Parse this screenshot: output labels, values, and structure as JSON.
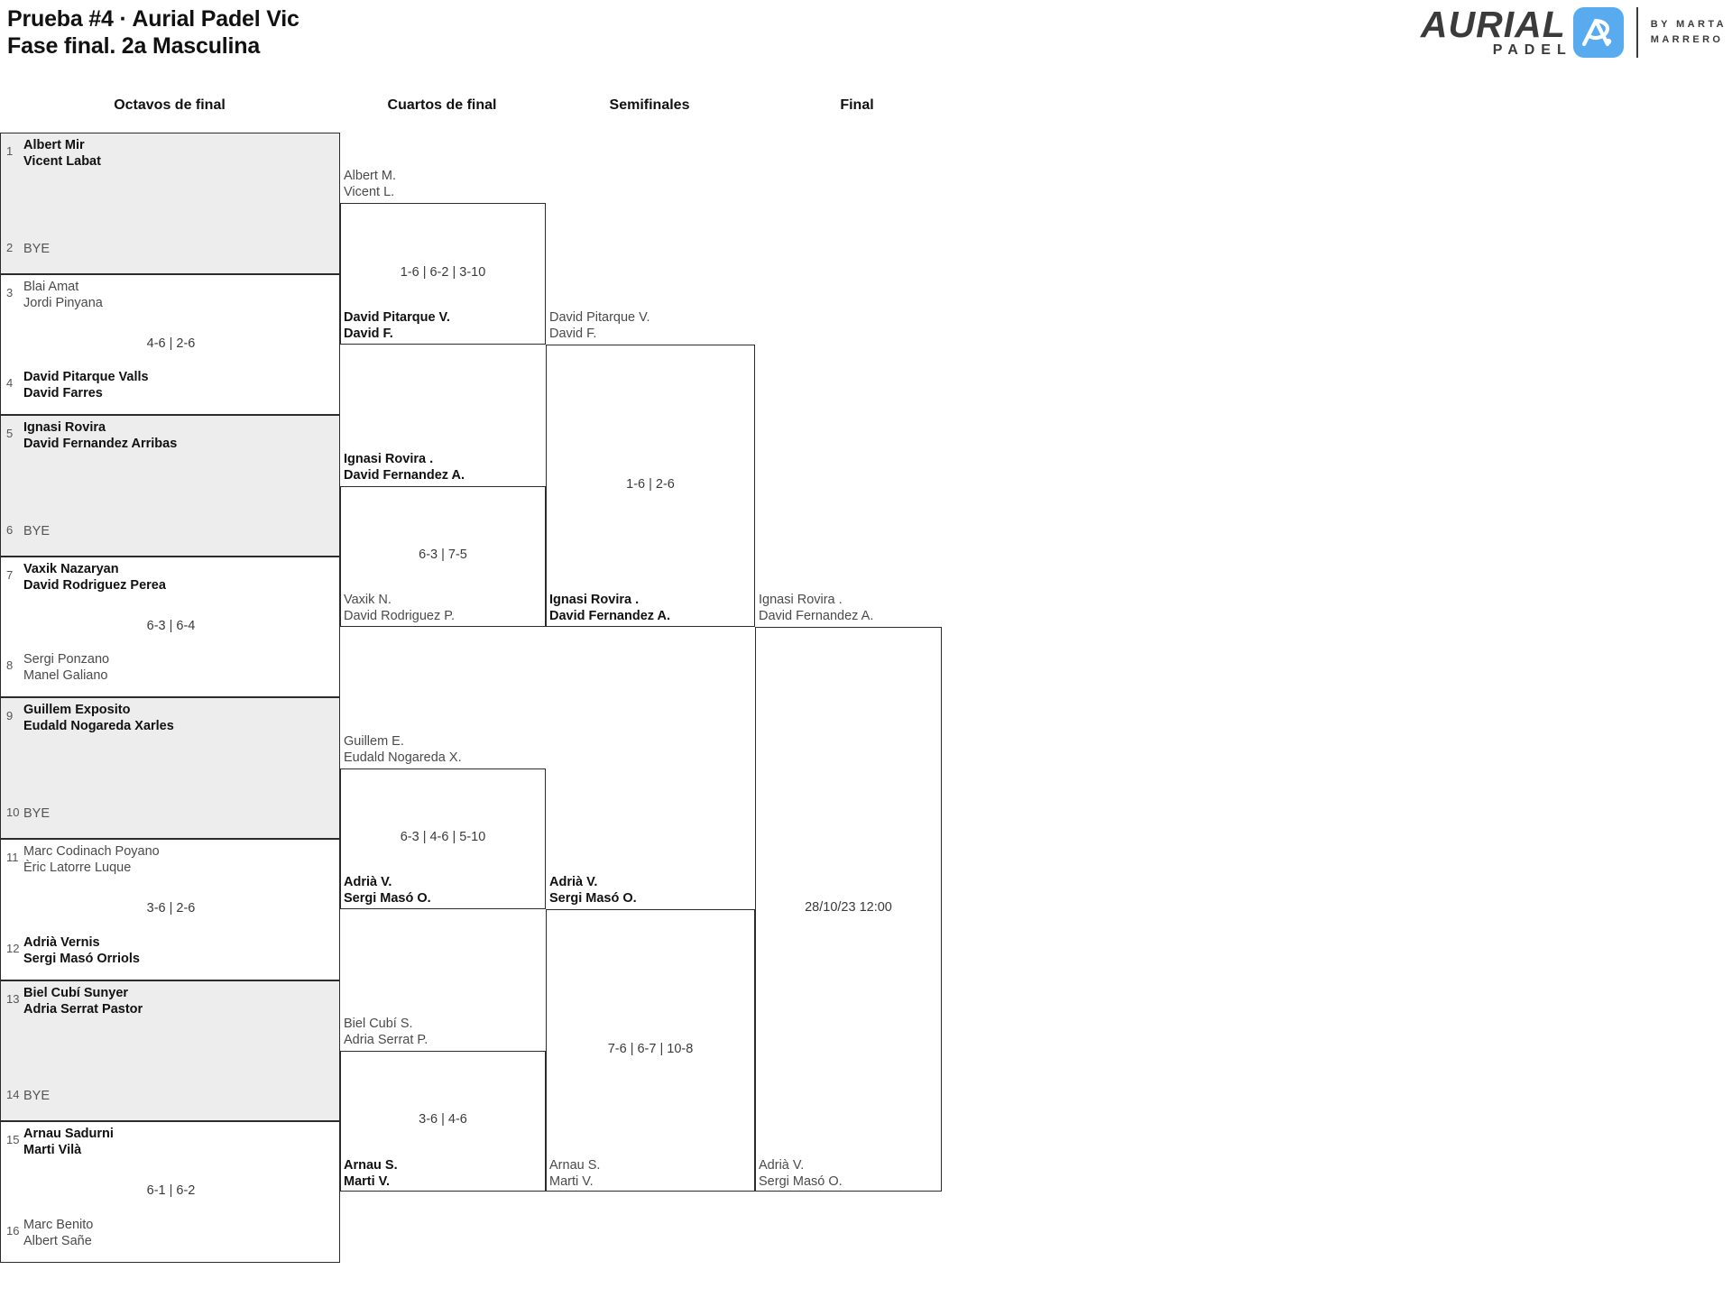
{
  "header": {
    "title_line1": "Prueba #4 · Aurial Padel Vic",
    "title_line2": "Fase final. 2a Masculina",
    "logo": {
      "wordmark": "AURIAL",
      "sub": "PADEL",
      "monogram": "AP",
      "by_line1": "BY MARTA",
      "by_line2": "MARRERO",
      "accent_color": "#57ABEE"
    }
  },
  "rounds": [
    {
      "label": "Octavos de final"
    },
    {
      "label": "Cuartos de final"
    },
    {
      "label": "Semifinales"
    },
    {
      "label": "Final"
    }
  ],
  "round1": {
    "matches": [
      {
        "top": {
          "seed": "1",
          "p1": "Albert Mir",
          "p2": "Vicent Labat",
          "winner": true
        },
        "bottom": {
          "seed": "2",
          "p1": "BYE",
          "p2": "",
          "winner": false,
          "bye": true
        },
        "score": "",
        "shaded": true
      },
      {
        "top": {
          "seed": "3",
          "p1": "Blai Amat",
          "p2": "Jordi Pinyana",
          "winner": false
        },
        "bottom": {
          "seed": "4",
          "p1": "David Pitarque Valls",
          "p2": "David Farres",
          "winner": true
        },
        "score": "4-6 | 2-6",
        "shaded": false
      },
      {
        "top": {
          "seed": "5",
          "p1": "Ignasi Rovira",
          "p2": "David Fernandez Arribas",
          "winner": true
        },
        "bottom": {
          "seed": "6",
          "p1": "BYE",
          "p2": "",
          "winner": false,
          "bye": true
        },
        "score": "",
        "shaded": true
      },
      {
        "top": {
          "seed": "7",
          "p1": "Vaxik Nazaryan",
          "p2": "David Rodriguez Perea",
          "winner": true
        },
        "bottom": {
          "seed": "8",
          "p1": "Sergi Ponzano",
          "p2": "Manel Galiano",
          "winner": false
        },
        "score": "6-3 | 6-4",
        "shaded": false
      },
      {
        "top": {
          "seed": "9",
          "p1": "Guillem Exposito",
          "p2": "Eudald Nogareda Xarles",
          "winner": true
        },
        "bottom": {
          "seed": "10",
          "p1": "BYE",
          "p2": "",
          "winner": false,
          "bye": true
        },
        "score": "",
        "shaded": true
      },
      {
        "top": {
          "seed": "11",
          "p1": "Marc Codinach Poyano",
          "p2": "Èric Latorre Luque",
          "winner": false
        },
        "bottom": {
          "seed": "12",
          "p1": "Adrià Vernis",
          "p2": "Sergi Masó Orriols",
          "winner": true
        },
        "score": "3-6 | 2-6",
        "shaded": false
      },
      {
        "top": {
          "seed": "13",
          "p1": "Biel Cubí Sunyer",
          "p2": "Adria Serrat Pastor",
          "winner": true
        },
        "bottom": {
          "seed": "14",
          "p1": "BYE",
          "p2": "",
          "winner": false,
          "bye": true
        },
        "score": "",
        "shaded": true
      },
      {
        "top": {
          "seed": "15",
          "p1": "Arnau Sadurni",
          "p2": "Marti Vilà",
          "winner": true
        },
        "bottom": {
          "seed": "16",
          "p1": "Marc Benito",
          "p2": "Albert Sañe",
          "winner": false
        },
        "score": "6-1 | 6-2",
        "shaded": false
      }
    ]
  },
  "round2": {
    "matches": [
      {
        "top": {
          "p1": "Albert M.",
          "p2": "Vicent L.",
          "winner": false
        },
        "bottom": {
          "p1": "David Pitarque V.",
          "p2": "David F.",
          "winner": true
        },
        "score": "1-6 | 6-2 | 3-10"
      },
      {
        "top": {
          "p1": "Ignasi Rovira .",
          "p2": "David Fernandez A.",
          "winner": true
        },
        "bottom": {
          "p1": "Vaxik N.",
          "p2": "David Rodriguez P.",
          "winner": false
        },
        "score": "6-3 | 7-5"
      },
      {
        "top": {
          "p1": "Guillem E.",
          "p2": "Eudald Nogareda X.",
          "winner": false
        },
        "bottom": {
          "p1": "Adrià V.",
          "p2": "Sergi Masó O.",
          "winner": true
        },
        "score": "6-3 | 4-6 | 5-10"
      },
      {
        "top": {
          "p1": "Biel Cubí S.",
          "p2": "Adria Serrat P.",
          "winner": false
        },
        "bottom": {
          "p1": "Arnau S.",
          "p2": "Marti V.",
          "winner": true
        },
        "score": "3-6 | 4-6"
      }
    ]
  },
  "round3": {
    "matches": [
      {
        "top": {
          "p1": "David Pitarque V.",
          "p2": "David F.",
          "winner": false
        },
        "bottom": {
          "p1": "Ignasi Rovira .",
          "p2": "David Fernandez A.",
          "winner": true
        },
        "score": "1-6 | 2-6"
      },
      {
        "top": {
          "p1": "Adrià V.",
          "p2": "Sergi Masó O.",
          "winner": true
        },
        "bottom": {
          "p1": "Arnau S.",
          "p2": "Marti V.",
          "winner": false
        },
        "score": "7-6 | 6-7 | 10-8"
      }
    ]
  },
  "round4": {
    "matches": [
      {
        "top": {
          "p1": "Ignasi Rovira .",
          "p2": "David Fernandez A.",
          "winner": false
        },
        "bottom": {
          "p1": "Adrià V.",
          "p2": "Sergi Masó O.",
          "winner": false
        },
        "score": "28/10/23 12:00"
      }
    ]
  }
}
